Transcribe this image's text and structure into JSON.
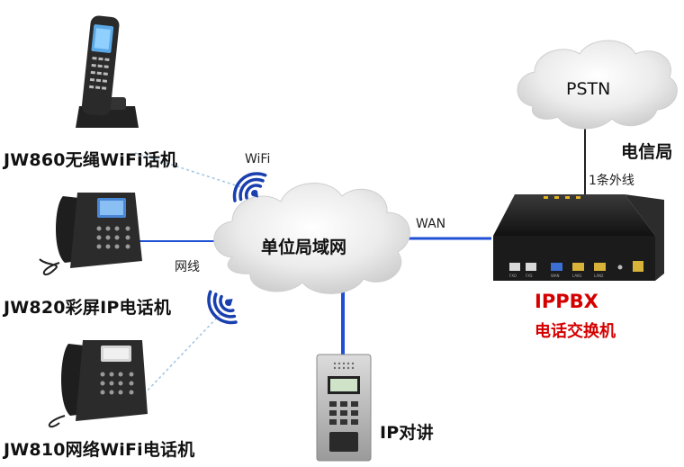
{
  "devices": {
    "jw860": "JW860无绳WiFi话机",
    "jw820": "JW820彩屏IP电话机",
    "jw810": "JW810网络WiFi电话机",
    "intercom": "IP对讲"
  },
  "network": {
    "cloud": "单位局域网",
    "wifi": "WiFi",
    "lan": "网线",
    "wan": "WAN"
  },
  "pstn": {
    "cloud": "PSTN",
    "office": "电信局",
    "line": "1条外线"
  },
  "ippbx": {
    "title": "IPPBX",
    "subtitle": "电话交换机",
    "ports": [
      "FXO",
      "FXS",
      "WAN",
      "LAN1",
      "LAN2"
    ]
  },
  "colors": {
    "blue_link": "#1f4fd6",
    "wifi_icon": "#1a3fae",
    "dotted_link": "#9fc4e4",
    "red_text": "#d40000",
    "cloud_fill": "#e9e9e9"
  }
}
